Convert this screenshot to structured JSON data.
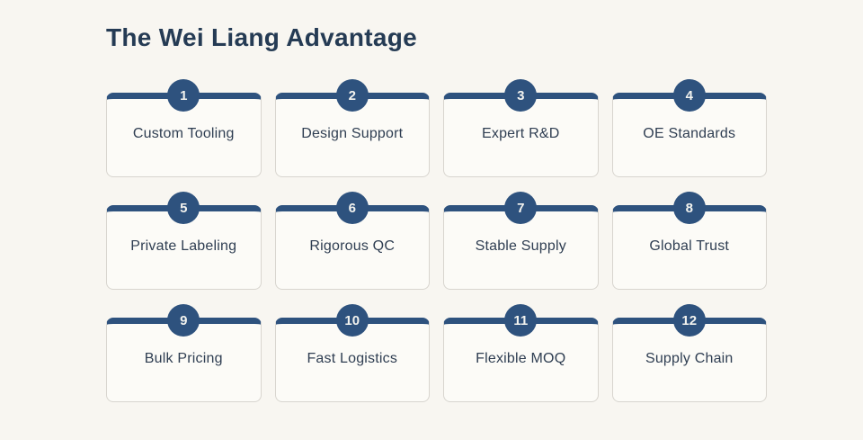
{
  "page": {
    "title": "The Wei Liang Advantage"
  },
  "colors": {
    "background": "#f8f6f1",
    "accent_navy": "#2e527e",
    "card_background": "#fcfbf7",
    "card_border": "#d8d5cf",
    "title_text": "#253b54",
    "label_text": "#2f3e52",
    "badge_number_text": "#f3f3ef"
  },
  "advantages": [
    {
      "number": "1",
      "label": "Custom Tooling"
    },
    {
      "number": "2",
      "label": "Design Support"
    },
    {
      "number": "3",
      "label": "Expert R&D"
    },
    {
      "number": "4",
      "label": "OE Standards"
    },
    {
      "number": "5",
      "label": "Private Labeling"
    },
    {
      "number": "6",
      "label": "Rigorous QC"
    },
    {
      "number": "7",
      "label": "Stable Supply"
    },
    {
      "number": "8",
      "label": "Global Trust"
    },
    {
      "number": "9",
      "label": "Bulk Pricing"
    },
    {
      "number": "10",
      "label": "Fast Logistics"
    },
    {
      "number": "11",
      "label": "Flexible MOQ"
    },
    {
      "number": "12",
      "label": "Supply Chain"
    }
  ]
}
